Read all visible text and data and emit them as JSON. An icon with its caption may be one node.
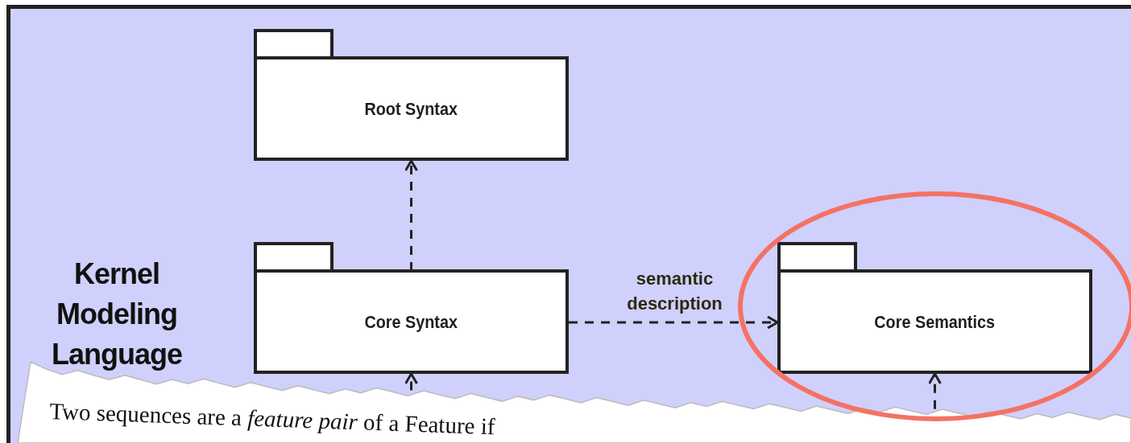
{
  "diagram": {
    "title": "Kernel Modeling Language",
    "nodes": [
      {
        "text": [
          "Root Syntax"
        ]
      },
      {
        "text": [
          "Core Syntax"
        ]
      },
      {
        "text": [
          "Core Semantics"
        ]
      }
    ],
    "edges": [
      {
        "from": 1,
        "to": 0,
        "arrow": "to",
        "style": "dashed"
      },
      {
        "from": 1,
        "to": 2,
        "arrow": "to",
        "style": "dashed",
        "label": "semantic description"
      },
      {
        "from": null,
        "to": 1,
        "arrow": "to",
        "style": "dashed"
      },
      {
        "from": null,
        "to": 2,
        "arrow": "to",
        "style": "dashed"
      }
    ],
    "labels": [
      "Two sequences are a *feature pair* of a Feature if"
    ]
  }
}
